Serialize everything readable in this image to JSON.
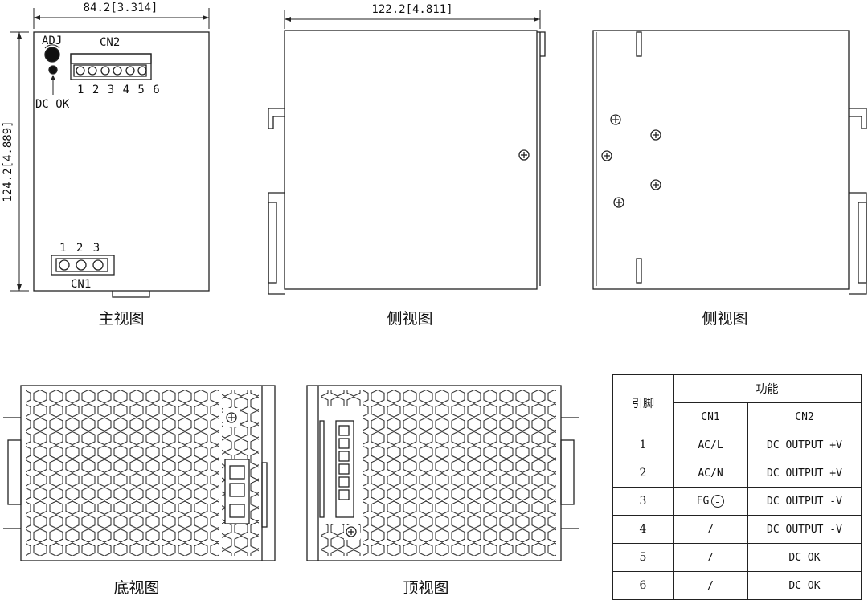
{
  "dimensions": {
    "front_width": "84.2[3.314]",
    "front_height": "124.2[4.889]",
    "side_width": "122.2[4.811]"
  },
  "front_labels": {
    "adj": "ADJ",
    "cn2": "CN2",
    "cn2_pins": "1 2 3 4 5 6",
    "dc_ok": "DC OK",
    "cn1_pins": "1 2 3",
    "cn1": "CN1"
  },
  "captions": {
    "front": "主视图",
    "side1": "侧视图",
    "side2": "侧视图",
    "bottom": "底视图",
    "top": "顶视图"
  },
  "pin_table": {
    "pin_header": "引脚",
    "function_header": "功能",
    "cn1_header": "CN1",
    "cn2_header": "CN2",
    "rows": [
      {
        "pin": "1",
        "cn1": "AC/L",
        "cn2": "DC OUTPUT +V"
      },
      {
        "pin": "2",
        "cn1": "AC/N",
        "cn2": "DC OUTPUT +V"
      },
      {
        "pin": "3",
        "cn1": "FG",
        "cn2": "DC OUTPUT -V"
      },
      {
        "pin": "4",
        "cn1": "/",
        "cn2": "DC OUTPUT -V"
      },
      {
        "pin": "5",
        "cn1": "/",
        "cn2": "DC OK"
      },
      {
        "pin": "6",
        "cn1": "/",
        "cn2": "DC OK"
      }
    ],
    "ground_icon": "ground-symbol-icon"
  }
}
